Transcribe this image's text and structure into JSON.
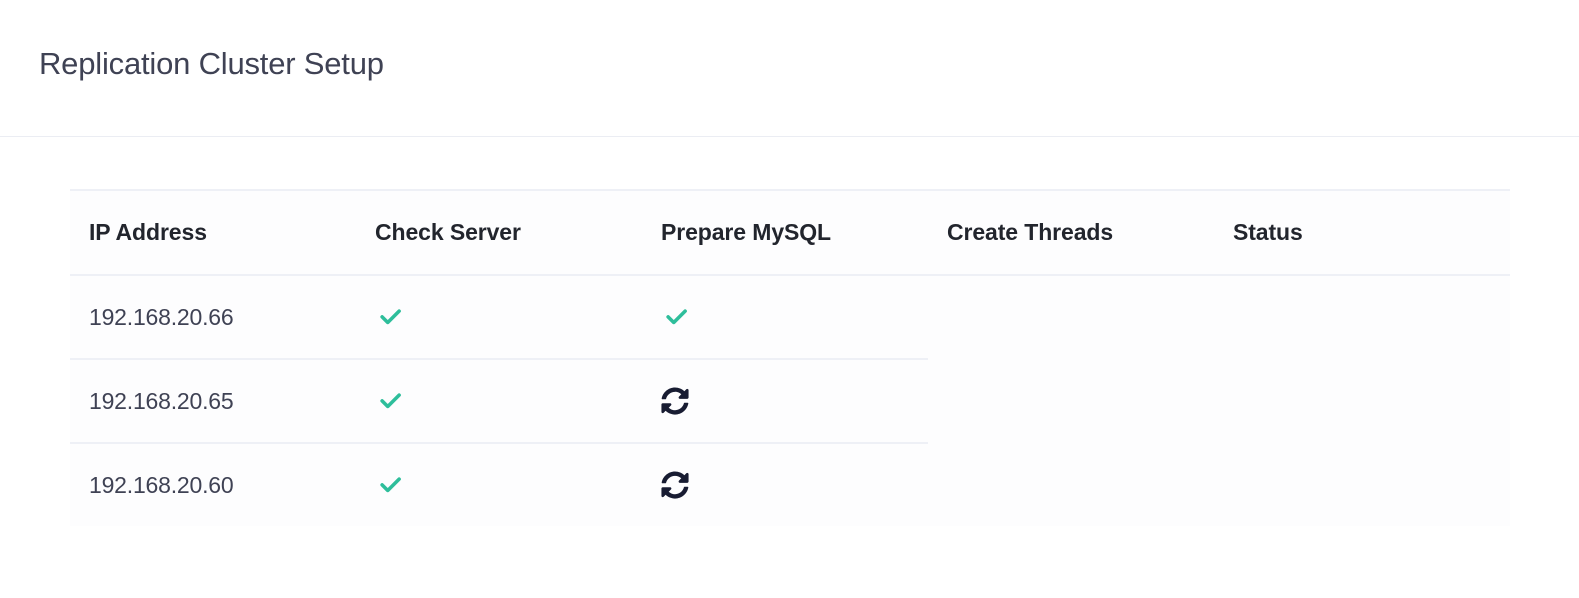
{
  "page": {
    "title": "Replication Cluster Setup"
  },
  "colors": {
    "title_text": "#3f4254",
    "header_text": "#22252d",
    "body_text": "#3f4254",
    "success_check": "#2ebe9b",
    "sync_icon": "#181c32",
    "border": "#eef0f6",
    "divider": "#ebedf3",
    "table_bg": "#fdfdfe",
    "page_bg": "#ffffff"
  },
  "table": {
    "columns": [
      {
        "key": "ip_address",
        "label": "IP Address"
      },
      {
        "key": "check_server",
        "label": "Check Server"
      },
      {
        "key": "prepare_mysql",
        "label": "Prepare MySQL"
      },
      {
        "key": "create_threads",
        "label": "Create Threads"
      },
      {
        "key": "status",
        "label": "Status"
      }
    ],
    "rows": [
      {
        "ip_address": "192.168.20.66",
        "check_server": "check-icon",
        "prepare_mysql": "check-icon",
        "create_threads": "",
        "status": ""
      },
      {
        "ip_address": "192.168.20.65",
        "check_server": "check-icon",
        "prepare_mysql": "sync-icon",
        "create_threads": "",
        "status": ""
      },
      {
        "ip_address": "192.168.20.60",
        "check_server": "check-icon",
        "prepare_mysql": "sync-icon",
        "create_threads": "",
        "status": ""
      }
    ]
  }
}
